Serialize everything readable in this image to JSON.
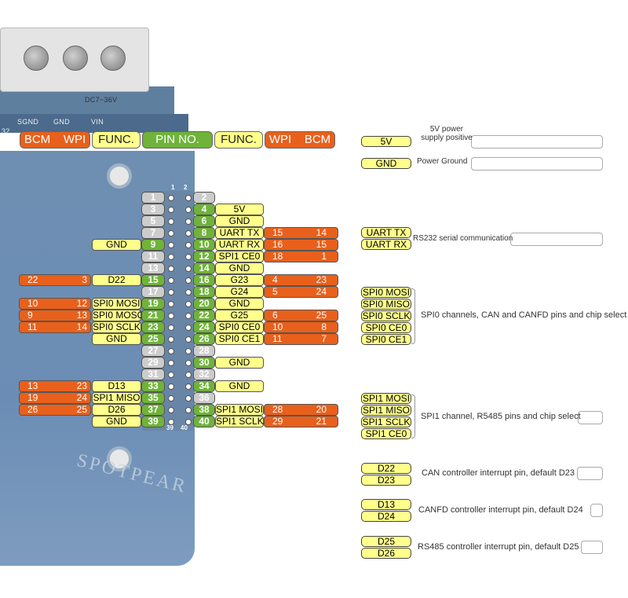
{
  "column_headers": {
    "left_bcm": "BCM",
    "left_wpi": "WPI",
    "left_func": "FUNC.",
    "pin_no": "PIN NO.",
    "right_func": "FUNC.",
    "right_wpi": "WPI",
    "right_bcm": "BCM"
  },
  "board": {
    "silk_labels": [
      "SGND",
      "GND",
      "VIN",
      "DC7~36V",
      "32"
    ],
    "header_numbers": [
      "1",
      "2",
      "39",
      "40"
    ],
    "watermark": "SPOTPEAR"
  },
  "colors": {
    "orange": "#e8601c",
    "yellow": "#ffff8c",
    "green": "#6fb33a",
    "grey": "#cccccc"
  },
  "rows": [
    {
      "l_bcm": "",
      "l_wpi": "",
      "l_func": "",
      "l_pin": "1",
      "r_pin": "2",
      "r_func": "",
      "r_wpi": "",
      "r_bcm": ""
    },
    {
      "l_bcm": "",
      "l_wpi": "",
      "l_func": "",
      "l_pin": "3",
      "r_pin": "4",
      "r_func": "5V",
      "r_wpi": "",
      "r_bcm": ""
    },
    {
      "l_bcm": "",
      "l_wpi": "",
      "l_func": "",
      "l_pin": "5",
      "r_pin": "6",
      "r_func": "GND",
      "r_wpi": "",
      "r_bcm": ""
    },
    {
      "l_bcm": "",
      "l_wpi": "",
      "l_func": "",
      "l_pin": "7",
      "r_pin": "8",
      "r_func": "UART TX",
      "r_wpi": "15",
      "r_bcm": "14"
    },
    {
      "l_bcm": "",
      "l_wpi": "",
      "l_func": "GND",
      "l_pin": "9",
      "r_pin": "10",
      "r_func": "UART RX",
      "r_wpi": "16",
      "r_bcm": "15"
    },
    {
      "l_bcm": "",
      "l_wpi": "",
      "l_func": "",
      "l_pin": "11",
      "r_pin": "12",
      "r_func": "SPI1 CE0",
      "r_wpi": "18",
      "r_bcm": "1"
    },
    {
      "l_bcm": "",
      "l_wpi": "",
      "l_func": "",
      "l_pin": "13",
      "r_pin": "14",
      "r_func": "GND",
      "r_wpi": "",
      "r_bcm": ""
    },
    {
      "l_bcm": "22",
      "l_wpi": "3",
      "l_func": "D22",
      "l_pin": "15",
      "r_pin": "16",
      "r_func": "G23",
      "r_wpi": "4",
      "r_bcm": "23"
    },
    {
      "l_bcm": "",
      "l_wpi": "",
      "l_func": "",
      "l_pin": "17",
      "r_pin": "18",
      "r_func": "G24",
      "r_wpi": "5",
      "r_bcm": "24"
    },
    {
      "l_bcm": "10",
      "l_wpi": "12",
      "l_func": "SPI0 MOSI",
      "l_pin": "19",
      "r_pin": "20",
      "r_func": "GND",
      "r_wpi": "",
      "r_bcm": ""
    },
    {
      "l_bcm": "9",
      "l_wpi": "13",
      "l_func": "SPI0 MOSO",
      "l_pin": "21",
      "r_pin": "22",
      "r_func": "G25",
      "r_wpi": "6",
      "r_bcm": "25"
    },
    {
      "l_bcm": "11",
      "l_wpi": "14",
      "l_func": "SPI0 SCLK",
      "l_pin": "23",
      "r_pin": "24",
      "r_func": "SPI0 CE0",
      "r_wpi": "10",
      "r_bcm": "8"
    },
    {
      "l_bcm": "",
      "l_wpi": "",
      "l_func": "GND",
      "l_pin": "25",
      "r_pin": "26",
      "r_func": "SPI0 CE1",
      "r_wpi": "11",
      "r_bcm": "7"
    },
    {
      "l_bcm": "",
      "l_wpi": "",
      "l_func": "",
      "l_pin": "27",
      "r_pin": "28",
      "r_func": "",
      "r_wpi": "",
      "r_bcm": ""
    },
    {
      "l_bcm": "",
      "l_wpi": "",
      "l_func": "",
      "l_pin": "29",
      "r_pin": "30",
      "r_func": "GND",
      "r_wpi": "",
      "r_bcm": ""
    },
    {
      "l_bcm": "",
      "l_wpi": "",
      "l_func": "",
      "l_pin": "31",
      "r_pin": "32",
      "r_func": "",
      "r_wpi": "",
      "r_bcm": ""
    },
    {
      "l_bcm": "13",
      "l_wpi": "23",
      "l_func": "D13",
      "l_pin": "33",
      "r_pin": "34",
      "r_func": "GND",
      "r_wpi": "",
      "r_bcm": ""
    },
    {
      "l_bcm": "19",
      "l_wpi": "24",
      "l_func": "SPI1 MISO",
      "l_pin": "35",
      "r_pin": "36",
      "r_func": "",
      "r_wpi": "",
      "r_bcm": ""
    },
    {
      "l_bcm": "26",
      "l_wpi": "25",
      "l_func": "D26",
      "l_pin": "37",
      "r_pin": "38",
      "r_func": "SPI1 MOSI",
      "r_wpi": "28",
      "r_bcm": "20"
    },
    {
      "l_bcm": "",
      "l_wpi": "",
      "l_func": "GND",
      "l_pin": "39",
      "r_pin": "40",
      "r_func": "SPI1 SCLK",
      "r_wpi": "29",
      "r_bcm": "21"
    }
  ],
  "legend": [
    {
      "tags": [
        "5V"
      ],
      "text": "5V power supply positive"
    },
    {
      "tags": [
        "GND"
      ],
      "text": "Power Ground"
    },
    {
      "tags": [
        "UART TX",
        "UART RX"
      ],
      "text": "RS232 serial communication"
    },
    {
      "tags": [
        "SPI0 MOSI",
        "SPI0 MISO",
        "SPI0 SCLK",
        "SPI0 CE0",
        "SPI0 CE1"
      ],
      "text": "SPI0 channels, CAN and CANFD pins and chip select"
    },
    {
      "tags": [
        "SPI1 MOSI",
        "SPI1 MISO",
        "SPI1 SCLK",
        "SPI1 CE0"
      ],
      "text": "SPI1 channel, R5485 pins and chip select"
    },
    {
      "tags": [
        "D22",
        "D23"
      ],
      "text": "CAN controller interrupt pin, default D23"
    },
    {
      "tags": [
        "D13",
        "D24"
      ],
      "text": "CANFD controller interrupt pin, default D24"
    },
    {
      "tags": [
        "D25",
        "D26"
      ],
      "text": "RS485 controller interrupt pin, default D25"
    }
  ]
}
